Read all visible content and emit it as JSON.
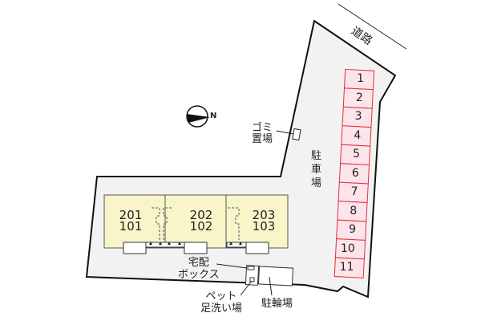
{
  "road_label": "道路",
  "compass_label": "N",
  "units": [
    {
      "upper": "201",
      "lower": "101"
    },
    {
      "upper": "202",
      "lower": "102"
    },
    {
      "upper": "203",
      "lower": "103"
    }
  ],
  "parking": {
    "label": [
      "駐",
      "車",
      "場"
    ],
    "stalls": [
      "1",
      "2",
      "3",
      "4",
      "5",
      "6",
      "7",
      "8",
      "9",
      "10",
      "11"
    ]
  },
  "garbage": {
    "line1": "ゴミ",
    "line2": "置場"
  },
  "delivery_box": {
    "line1": "宅配",
    "line2": "ボックス"
  },
  "pet_wash": {
    "line1": "ペット",
    "line2": "足洗い場"
  },
  "bicycle_parking": "駐輪場",
  "colors": {
    "lot": "#f2f2f2",
    "building": "#f8f5c8",
    "stall_fill": "#fde4ea",
    "stall_stroke": "#e0303c"
  }
}
